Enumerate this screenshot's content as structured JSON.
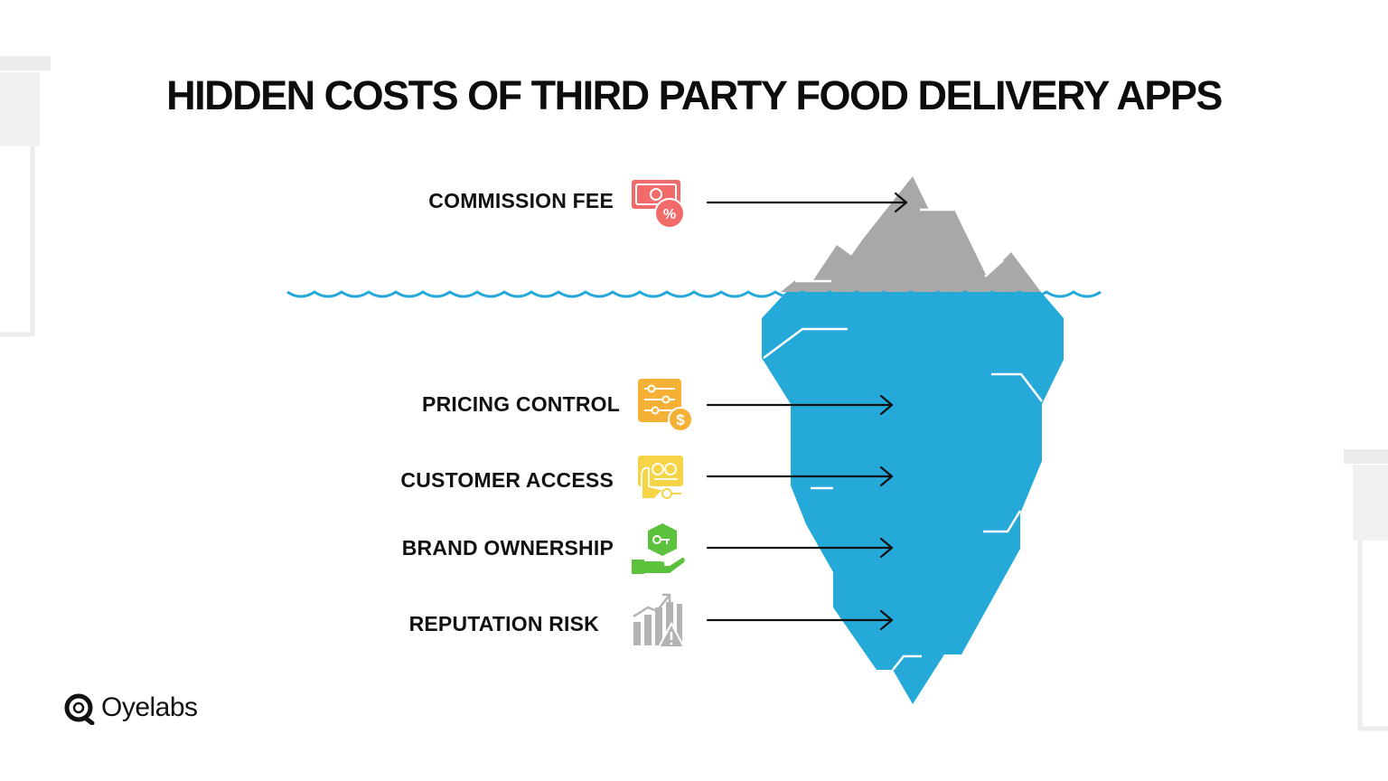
{
  "title": "HIDDEN COSTS OF THIRD PARTY FOOD DELIVERY APPS",
  "items": [
    {
      "label": "COMMISSION FEE",
      "icon": "money-percent-icon",
      "color": "#f26b6b"
    },
    {
      "label": "PRICING CONTROL",
      "icon": "pricing-sliders-icon",
      "color": "#f5b135"
    },
    {
      "label": "CUSTOMER ACCESS",
      "icon": "customer-access-icon",
      "color": "#f5d547"
    },
    {
      "label": "BRAND OWNERSHIP",
      "icon": "brand-key-icon",
      "color": "#5cc13c"
    },
    {
      "label": "REPUTATION RISK",
      "icon": "reputation-chart-icon",
      "color": "#b3b3b3"
    }
  ],
  "brand": {
    "name": "Oyelabs"
  },
  "colors": {
    "water": "#25a9d9",
    "iceberg_tip": "#a8a8a8",
    "text": "#111111"
  }
}
